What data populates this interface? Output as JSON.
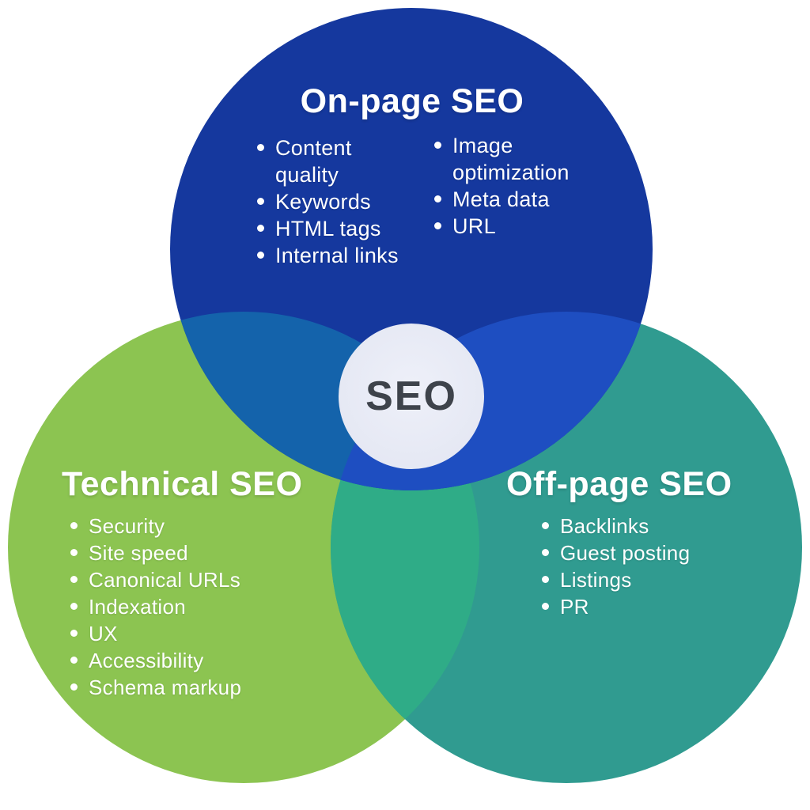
{
  "center": {
    "label": "SEO"
  },
  "circles": {
    "on_page": {
      "title": "On-page SEO",
      "items_left": [
        "Content quality",
        "Keywords",
        "HTML tags",
        "Internal links"
      ],
      "items_right": [
        "Image optimization",
        "Meta data",
        "URL"
      ]
    },
    "technical": {
      "title": "Technical SEO",
      "items": [
        "Security",
        "Site speed",
        "Canonical URLs",
        "Indexation",
        "UX",
        "Accessibility",
        "Schema markup"
      ]
    },
    "off_page": {
      "title": "Off-page SEO",
      "items": [
        "Backlinks",
        "Guest posting",
        "Listings",
        "PR"
      ]
    }
  },
  "colors": {
    "blue": "#15389E",
    "green": "#8CC451",
    "teal": "#309B90",
    "blue_green": "#1463AB",
    "blue_teal": "#1E4EC1",
    "green_teal": "#2FAC87",
    "center_circle": "#E4E7F3",
    "center_circle_light": "#EEF0F9",
    "center_text": "#3E434B",
    "label_text": "#FFFFFF"
  }
}
